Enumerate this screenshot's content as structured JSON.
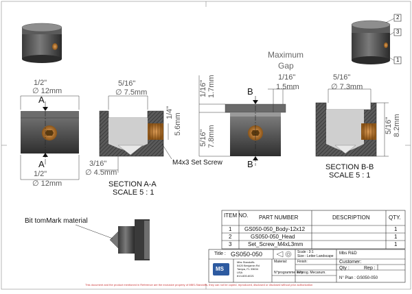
{
  "dims": {
    "a_half": "1/2\"",
    "a_12mm": "12mm",
    "a_5_16": "5/16\"",
    "a_7_5mm": "7.5mm",
    "a_1_4": "1/4\"",
    "a_5_6mm": "5.6mm",
    "a_3_16": "3/16\"",
    "a_4_5mm": "4.5mm",
    "a_half_bottom": "1/2\"",
    "a_12mm_bottom": "12mm",
    "screw_callout": "M4x3 Set Screw",
    "section_aa": "SECTION A-A",
    "scale_aa": "SCALE 5 : 1",
    "max_gap_1": "Maximum",
    "max_gap_2": "Gap",
    "gap_1_16": "1/16\"",
    "gap_1_5mm": "1.5mm",
    "b_1_16": "1/16\"",
    "b_1_7mm": "1.7mm",
    "b_5_16": "5/16\"",
    "b_7_8mm": "7.8mm",
    "bb_5_16": "5/16\"",
    "bb_7_3mm": "7.3mm",
    "bb_5_16_side": "5/16\"",
    "bb_8_2mm": "8.2mm",
    "section_bb": "SECTION B-B",
    "scale_bb": "SCALE 5 : 1",
    "bit_tom": "Bit tomMark material",
    "label_a": "A",
    "label_b": "B",
    "balloon_1": "1",
    "balloon_2": "2",
    "balloon_3": "3"
  },
  "bom": {
    "headers": [
      "ITEM NO.",
      "PART NUMBER",
      "DESCRIPTION",
      "QTY."
    ],
    "rows": [
      [
        "1",
        "GS050-050_Body-12x12",
        "",
        "1"
      ],
      [
        "2",
        "GS050-050_Head",
        "",
        "1"
      ],
      [
        "3",
        "Set_Screw_M4xL3mm",
        "",
        "1"
      ]
    ]
  },
  "title_block": {
    "title_label": "Title :",
    "title_value": "GS050-050",
    "scale": "Scale : 3:1",
    "size": "Size : Letter Landscape",
    "company": "Mbs R&D",
    "customer": "Customer:",
    "finish": "Finish:",
    "qty": "Qty :",
    "rep": "Rep :",
    "material": "Material:",
    "prog_leen": "N°programme leen:",
    "prog_mecanum": "N°prog. Mecanum.",
    "plan": "N° Plan : GS050-050",
    "logo": "MS",
    "addr1": "Mbs Standoffs",
    "addr2": "5420 Benjamin Rd",
    "addr3": "Tampa, FL 33634",
    "addr4": "USA",
    "addr5": "813-600-6021"
  },
  "footer": "This document and the product mentioned in Reference are the exclusive property of MBS-Standoffs, they can not be copied, reproduced, disclosed or disclosed without prior authorization"
}
